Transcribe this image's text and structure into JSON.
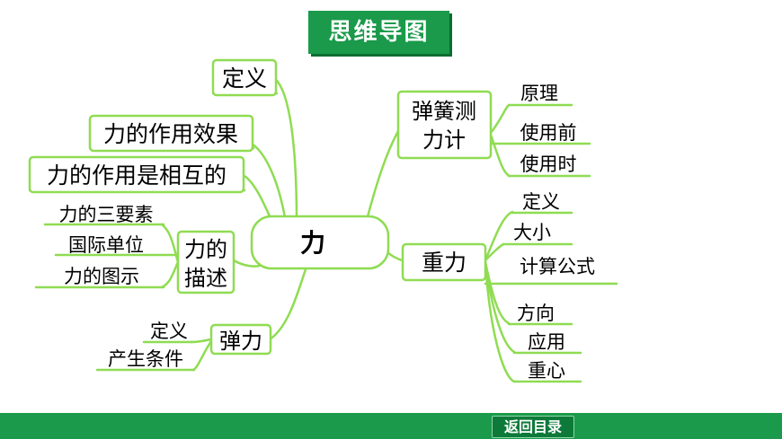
{
  "title": "思维导图",
  "center": "力",
  "left": {
    "definition": "定义",
    "effect": "力的作用效果",
    "mutual": "力的作用是相互的",
    "describe": {
      "label": [
        "力的",
        "描述"
      ],
      "items": [
        "力的三要素",
        "国际单位",
        "力的图示"
      ]
    },
    "elastic": {
      "label": "弹力",
      "items": [
        "定义",
        "产生条件"
      ]
    }
  },
  "right": {
    "spring": {
      "label": [
        "弹簧测",
        "力计"
      ],
      "items": [
        "原理",
        "使用前",
        "使用时"
      ]
    },
    "gravity": {
      "label": "重力",
      "items": [
        "定义",
        "大小",
        "计算公式",
        "方向",
        "应用",
        "重心"
      ]
    }
  },
  "footer": {
    "back_label": "返回目录"
  },
  "colors": {
    "line": "#8fdc52",
    "title_bg": "#1a9a4a",
    "footer_bg": "#1a9a4a"
  }
}
